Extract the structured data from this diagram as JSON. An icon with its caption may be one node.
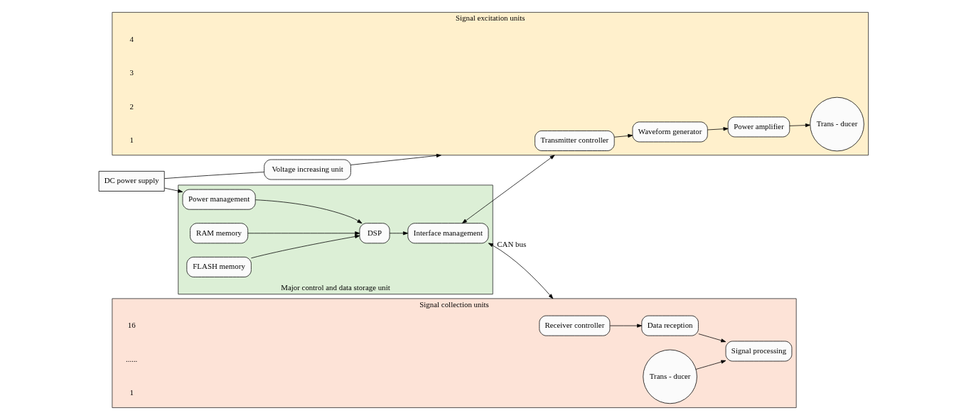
{
  "diagram": {
    "nodes": [
      {
        "text": [
          "DC power supply"
        ]
      },
      {
        "text": [
          "Major control and data storage unit"
        ]
      },
      {
        "text": [
          "Power management"
        ],
        "in": 1
      },
      {
        "text": [
          "RAM memory"
        ],
        "in": 1
      },
      {
        "text": [
          "DSP"
        ],
        "in": 1
      },
      {
        "text": [
          "Interface management"
        ],
        "in": 1
      },
      {
        "text": [
          "FLASH memory"
        ],
        "in": 1
      },
      {
        "text": [
          "Voltage increasing unit"
        ]
      },
      {
        "text": [
          "Signal excitation units"
        ]
      },
      {
        "text": [
          "Transmitter controller"
        ],
        "in": 8
      },
      {
        "text": [
          "Waveform generator"
        ],
        "in": 8
      },
      {
        "text": [
          "Power amplifier"
        ],
        "in": 8
      },
      {
        "text": [
          "Trans - ducer"
        ],
        "in": 8
      },
      {
        "text": [
          "Signal collection units"
        ]
      },
      {
        "text": [
          "Receiver controller"
        ],
        "in": 13
      },
      {
        "text": [
          "Data reception"
        ],
        "in": 13
      },
      {
        "text": [
          "Signal processing"
        ],
        "in": 13
      },
      {
        "text": [
          "Trans - ducer"
        ],
        "in": 13
      }
    ],
    "edges": [
      {
        "from": 0,
        "to": 2,
        "arrow": "to"
      },
      {
        "from": 0,
        "to": 7,
        "arrow": "none"
      },
      {
        "from": 7,
        "to": 8,
        "arrow": "to"
      },
      {
        "from": 2,
        "to": 4,
        "arrow": "to"
      },
      {
        "from": 3,
        "to": 4,
        "arrow": "to"
      },
      {
        "from": 6,
        "to": 4,
        "arrow": "to"
      },
      {
        "from": 4,
        "to": 5,
        "arrow": "to"
      },
      {
        "from": 5,
        "to": 8,
        "arrow": "both"
      },
      {
        "from": 5,
        "to": 13,
        "arrow": "both",
        "label": "CAN bus"
      },
      {
        "from": 9,
        "to": 10,
        "arrow": "to"
      },
      {
        "from": 10,
        "to": 11,
        "arrow": "to"
      },
      {
        "from": 11,
        "to": 12,
        "arrow": "to"
      },
      {
        "from": 14,
        "to": 15,
        "arrow": "to"
      },
      {
        "from": 15,
        "to": 16,
        "arrow": "to"
      },
      {
        "from": 17,
        "to": 16,
        "arrow": "to"
      }
    ],
    "labels": [
      "4",
      "3",
      "2",
      "1",
      "16",
      "......",
      "1"
    ]
  }
}
